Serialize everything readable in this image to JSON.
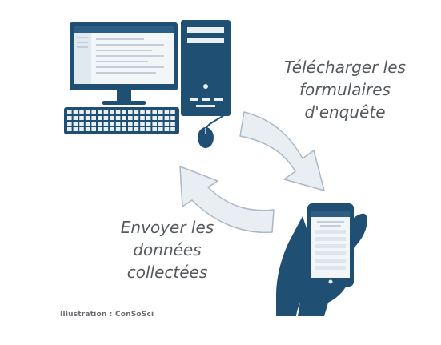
{
  "labels": {
    "download": [
      "Télécharger les",
      "formulaires",
      "d'enquête"
    ],
    "send": [
      "Envoyer les",
      "données",
      "collectées"
    ]
  },
  "credit": "Illustration : ConSoSci",
  "colors": {
    "navy": "#1f4f73",
    "arrow_fill": "#e9eef3",
    "arrow_stroke": "#a9b8c6",
    "screen": "#e8eff5",
    "text": "#555a5e"
  },
  "icons": [
    "desktop-monitor-icon",
    "computer-tower-icon",
    "keyboard-icon",
    "mouse-icon",
    "smartphone-icon",
    "hand-icon",
    "curved-arrow-icon"
  ]
}
